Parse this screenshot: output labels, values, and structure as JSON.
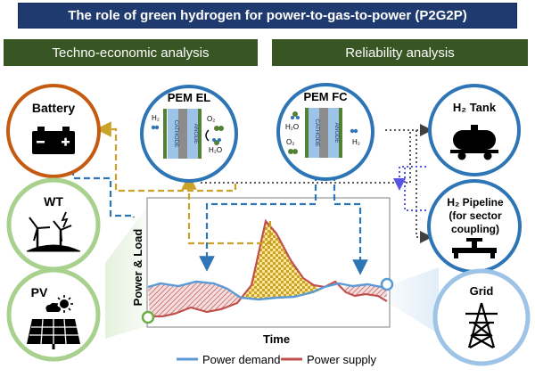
{
  "title": "The role of green hydrogen for power-to-gas-to-power (P2G2P)",
  "sections": {
    "left": "Techno-economic analysis",
    "right": "Reliability analysis"
  },
  "components": {
    "battery": "Battery",
    "wt": "WT",
    "pv": "PV",
    "pem_el": "PEM EL",
    "pem_fc": "PEM FC",
    "h2_tank": "H₂ Tank",
    "h2_pipeline_line1": "H₂ Pipeline",
    "h2_pipeline_line2": "(for sector",
    "h2_pipeline_line3": "coupling)",
    "grid": "Grid"
  },
  "cell_labels": {
    "el_left_species": "H₂",
    "el_right_top": "O₂",
    "el_right_bottom": "H₂O",
    "fc_left_top": "H₂O",
    "fc_left_bottom": "O₂",
    "fc_right": "H₂",
    "cathode": "CATHODE",
    "anode": "ANODE"
  },
  "chart": {
    "xlabel": "Time",
    "ylabel": "Power & Load"
  },
  "legend": {
    "demand": "Power demand",
    "supply": "Power supply"
  },
  "colors": {
    "banner_bg": "#1f3a6e",
    "section_bg": "#375623",
    "battery_ring": "#c55a11",
    "renewable_ring": "#a9d18e",
    "hydrogen_ring": "#2e75b6",
    "grid_ring": "#9dc3e6",
    "demand_line": "#5b9bd5",
    "supply_line": "#c0504d",
    "surplus_fill": "#ffe699",
    "deficit_fill": "#d99694",
    "dash_gold": "#c9a227",
    "dash_blue": "#2e75b6",
    "dot_gray": "#595959",
    "dot_purple": "#5a55e0"
  }
}
